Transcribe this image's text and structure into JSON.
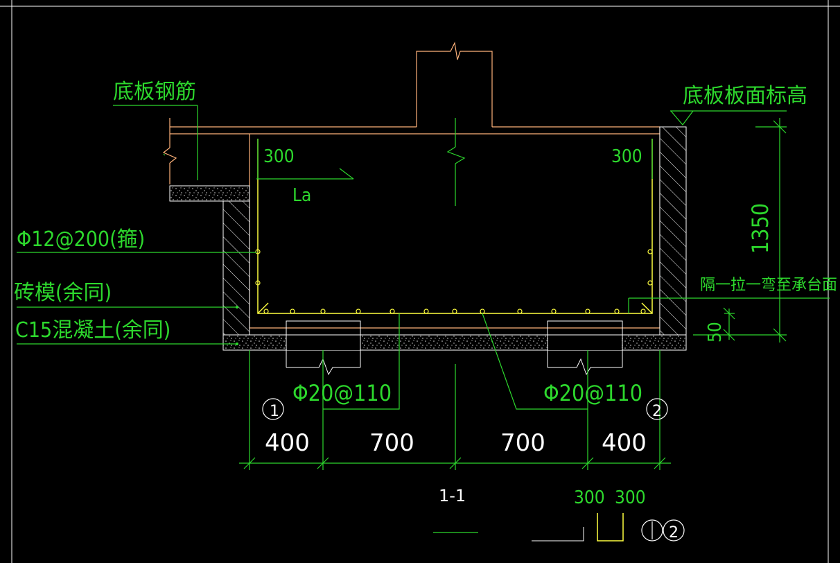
{
  "labels": {
    "bottom_rebar": "底板钢筋",
    "slab_top_elev": "底板板面标高",
    "stirrup": "Φ12@200(箍)",
    "brick_form": "砖模(余同)",
    "c15_concrete": "C15混凝土(余同)",
    "tie_bend": "隔一拉一弯至承台面",
    "anchor": "La",
    "inner_dim_left": "300",
    "inner_dim_right": "300",
    "rebar_left": "Φ20@110",
    "rebar_right": "Φ20@110",
    "section_title": "1-1"
  },
  "dimensions": {
    "bottom": [
      "400",
      "700",
      "700",
      "400"
    ],
    "height": "1350",
    "cover": "50"
  },
  "legend": {
    "dims": [
      "300",
      "300"
    ]
  },
  "markers": {
    "m1": "1",
    "m2": "2",
    "m2_legend": "2"
  },
  "colors": {
    "background": "#000000",
    "text": "#2dd82d",
    "outline": "#ffb27a",
    "rebar": "#ffff40",
    "frame": "#ffffff"
  }
}
